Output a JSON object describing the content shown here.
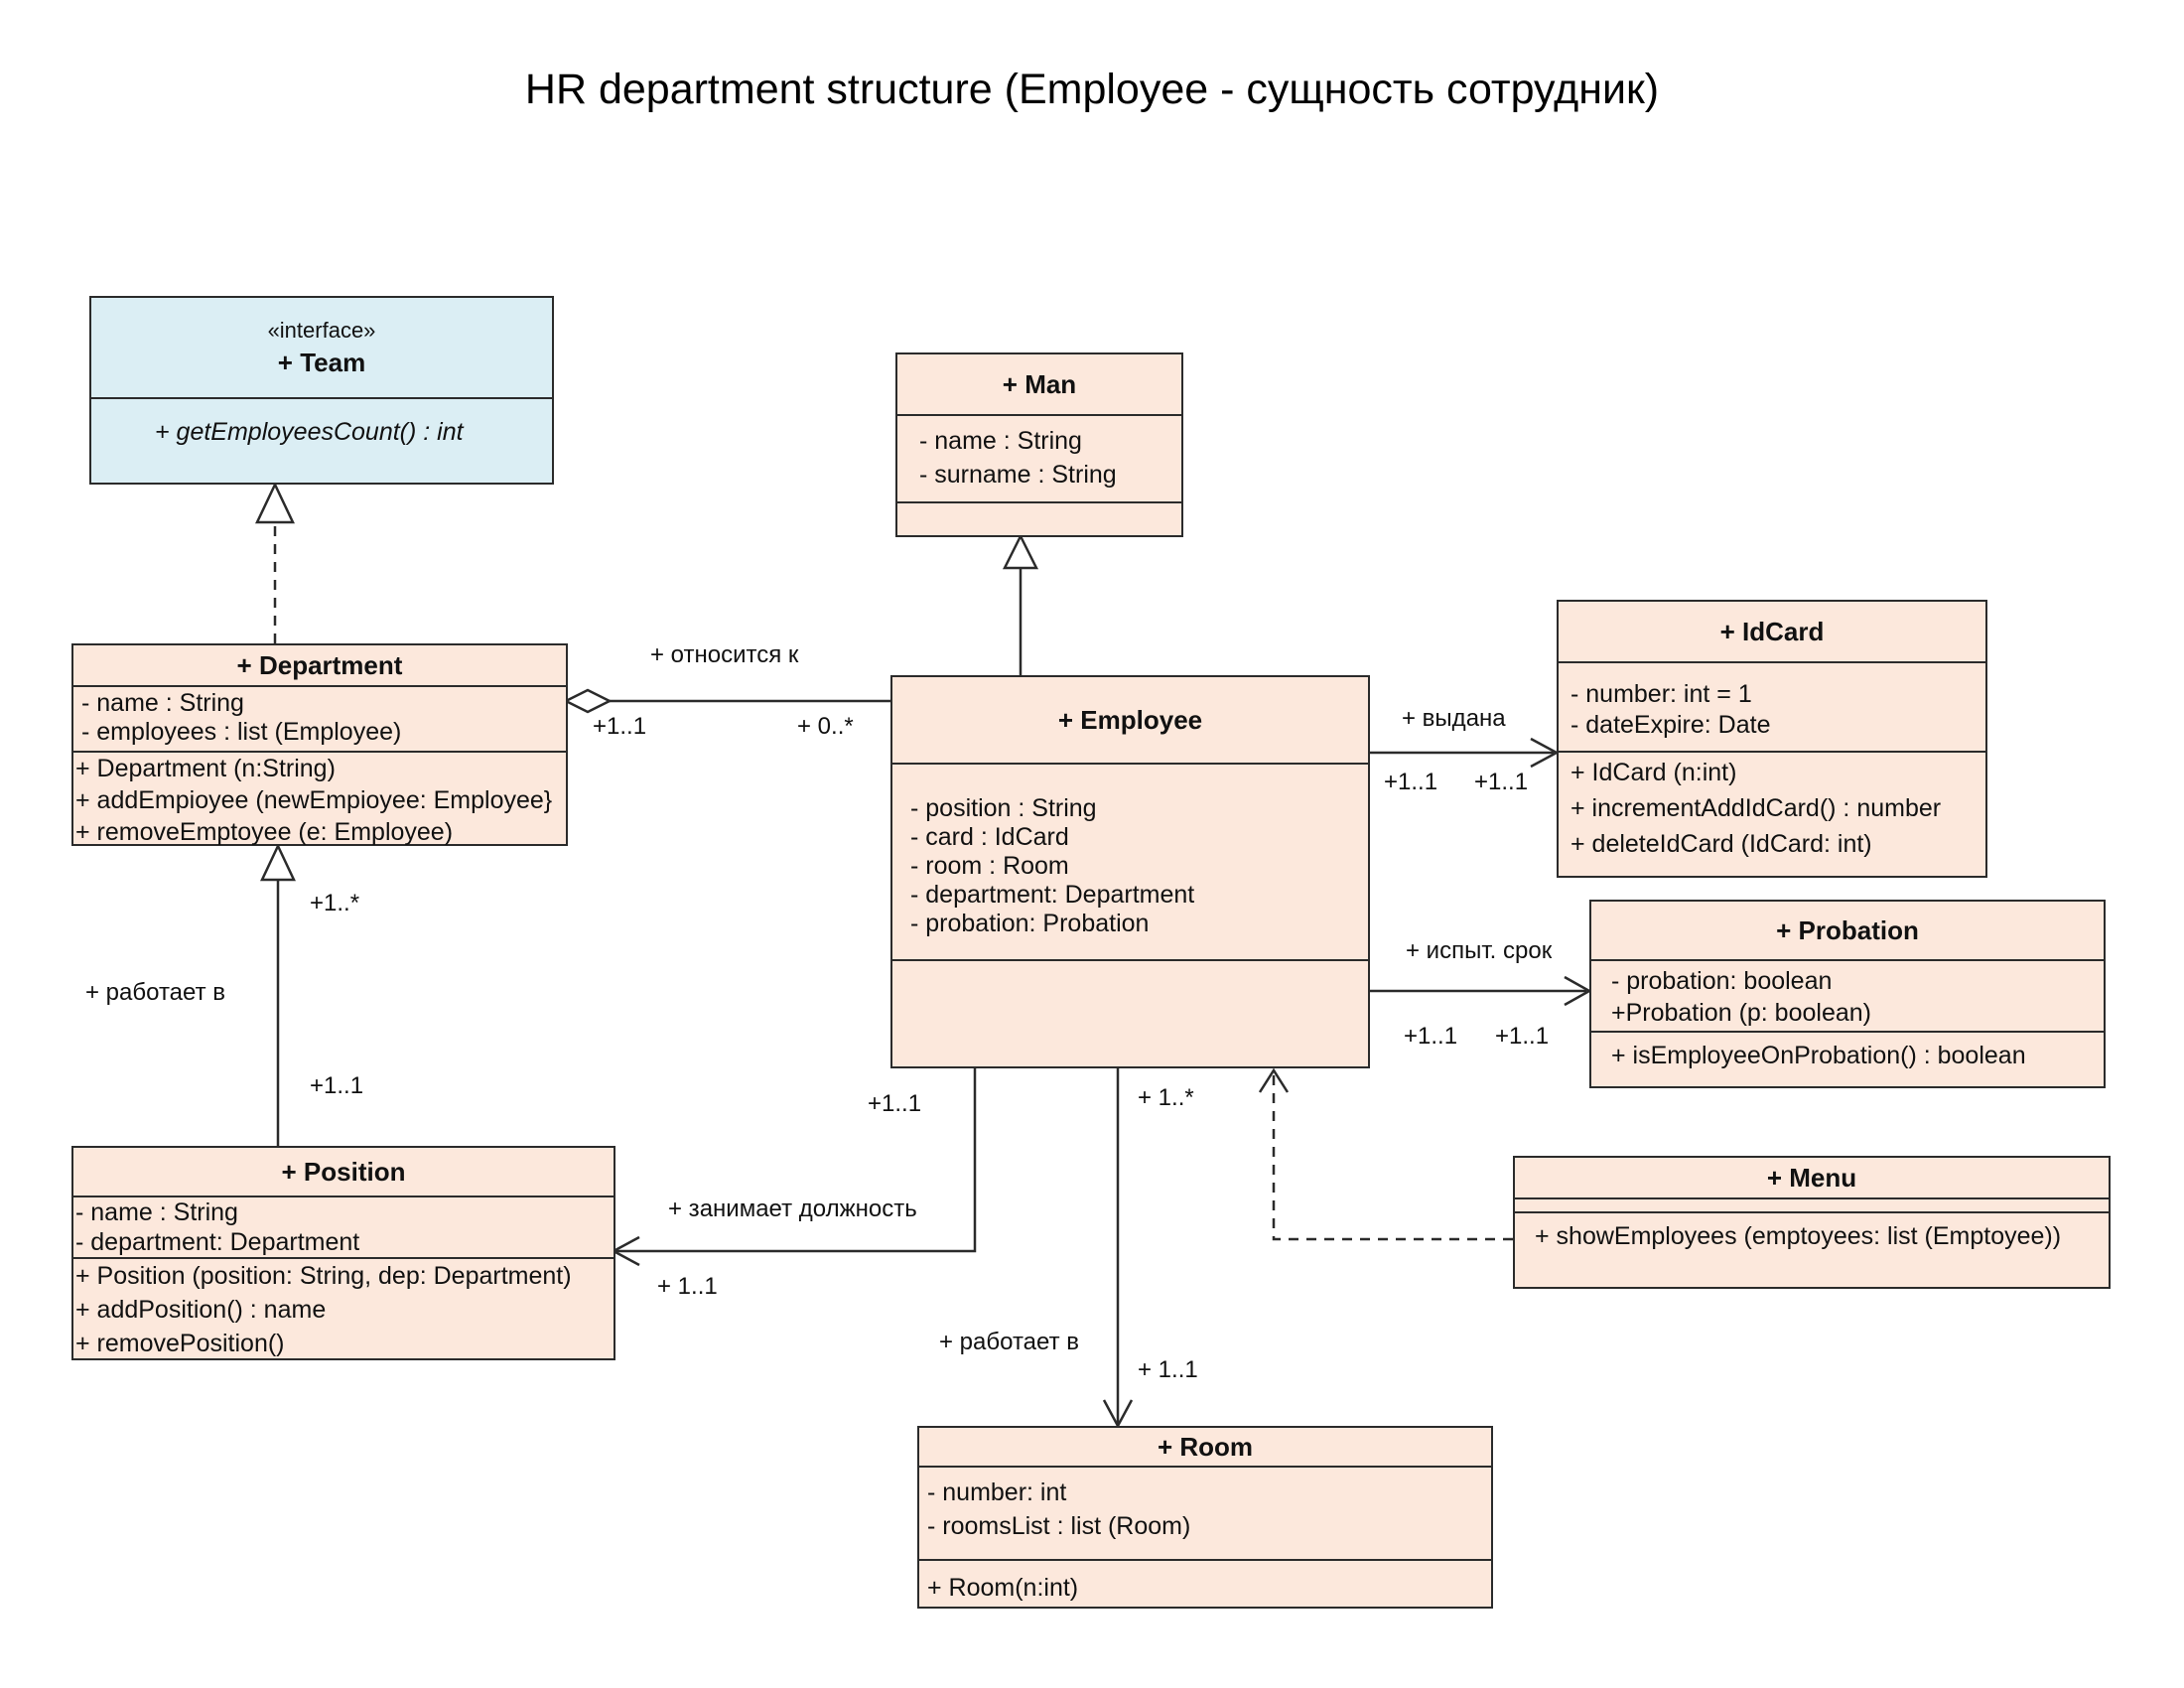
{
  "title": "HR department structure (Employee - сущность сотрудник)",
  "classes": {
    "team": {
      "stereotype": "«interface»",
      "name": "+ Team",
      "operations": [
        "+ getEmployeesCount() : int"
      ]
    },
    "man": {
      "name": "+ Man",
      "attributes": [
        "- name : String",
        "- surname : String"
      ],
      "operations": []
    },
    "department": {
      "name": "+ Department",
      "attributes": [
        "- name : String",
        "- employees : list (Employee)"
      ],
      "operations": [
        "+ Department (n:String)",
        "+ addEmpioyee (newEmpioyee: Employee}",
        "+ removeEmptoyee (e: Employee)"
      ]
    },
    "employee": {
      "name": "+ Employee",
      "attributes": [
        "- position : String",
        "- card : IdCard",
        "- room : Room",
        "- department: Department",
        "- probation: Probation"
      ],
      "operations": []
    },
    "idcard": {
      "name": "+ IdCard",
      "attributes": [
        "- number: int = 1",
        "- dateExpire: Date"
      ],
      "operations": [
        "+ IdCard (n:int)",
        "+ incrementAddIdCard() : number",
        "+ deleteIdCard (IdCard: int)"
      ]
    },
    "probation": {
      "name": "+ Probation",
      "attributes": [
        "- probation: boolean",
        "+Probation (p: boolean)"
      ],
      "operations": [
        "+ isEmployeeOnProbation() : boolean"
      ]
    },
    "menu": {
      "name": "+ Menu",
      "attributes": [],
      "operations": [
        "+ showEmployees (emptoyees: list (Emptoyee))"
      ]
    },
    "position": {
      "name": "+ Position",
      "attributes": [
        "- name : String",
        "- department: Department"
      ],
      "operations": [
        "+ Position (position: String, dep: Department)",
        "+ addPosition() : name",
        "+ removePosition()"
      ]
    },
    "room": {
      "name": "+ Room",
      "attributes": [
        "- number: int",
        "- roomsList : list (Room)"
      ],
      "operations": [
        "+ Room(n:int)"
      ]
    }
  },
  "relations": {
    "dept_emp": {
      "label": "+ относится к",
      "source_mult": "+1..1",
      "target_mult": "+ 0..*"
    },
    "emp_idcard": {
      "label": "+ выдана",
      "source_mult": "+1..1",
      "target_mult": "+1..1"
    },
    "emp_probation": {
      "label": "+ испыт. срок",
      "source_mult": "+1..1",
      "target_mult": "+1..1"
    },
    "position_dept": {
      "label": "+ работает в",
      "source_mult": "+1..1",
      "target_mult": "+1..*"
    },
    "emp_position": {
      "label": "+ занимает должность",
      "source_mult": "+1..1",
      "target_mult": "+ 1..1"
    },
    "emp_room": {
      "label": "+ работает в",
      "source_mult": "+ 1..*",
      "target_mult": "+ 1..1"
    }
  }
}
